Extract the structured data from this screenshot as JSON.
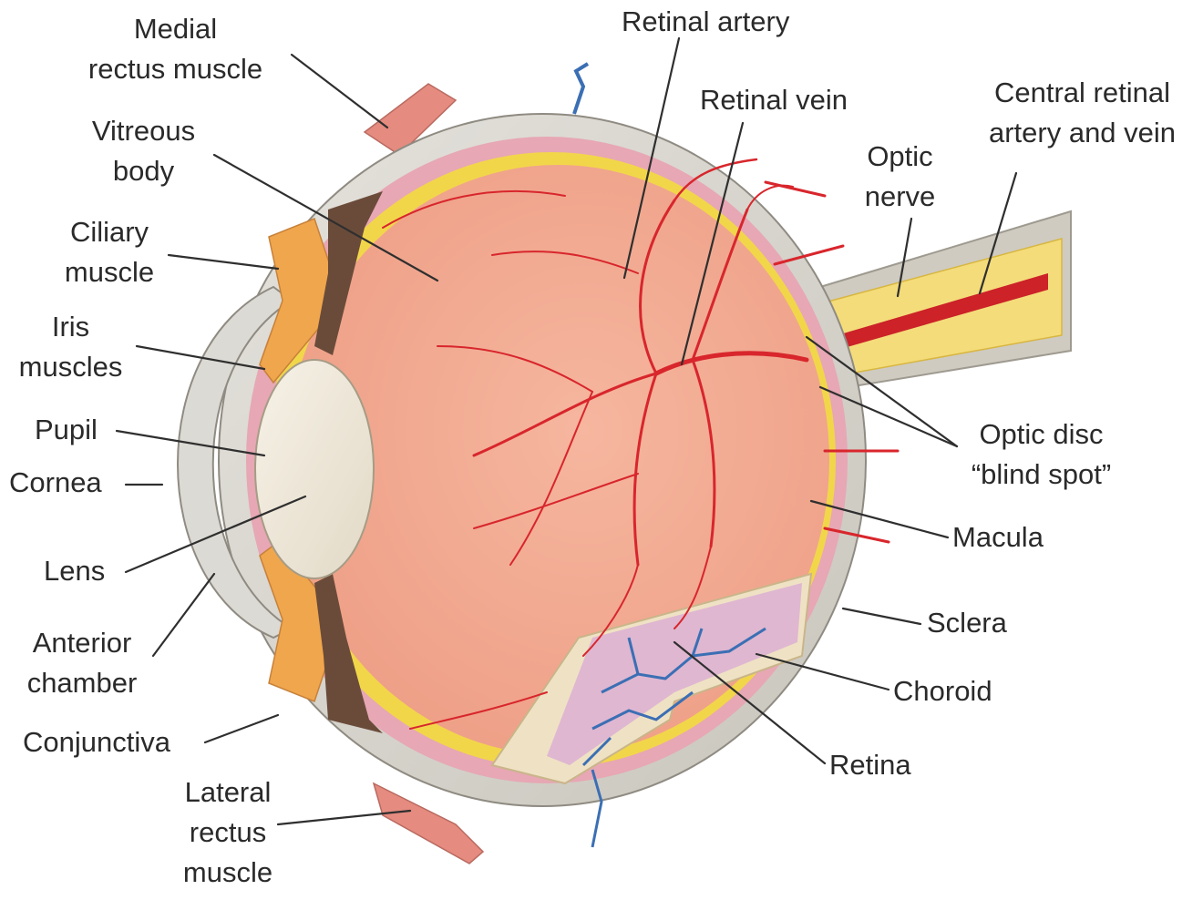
{
  "labels": {
    "medial_rectus": [
      "Medial",
      "rectus muscle"
    ],
    "vitreous_body": [
      "Vitreous",
      "body"
    ],
    "ciliary_muscle": [
      "Ciliary",
      "muscle"
    ],
    "iris_muscles": [
      "Iris",
      "muscles"
    ],
    "pupil": "Pupil",
    "cornea": "Cornea",
    "lens": "Lens",
    "anterior_chamber": [
      "Anterior",
      "chamber"
    ],
    "conjunctiva": "Conjunctiva",
    "lateral_rectus": [
      "Lateral",
      "rectus",
      "muscle"
    ],
    "retinal_artery": "Retinal artery",
    "retinal_vein": "Retinal vein",
    "central_retinal": [
      "Central retinal",
      "artery and vein"
    ],
    "optic_nerve": [
      "Optic",
      "nerve"
    ],
    "optic_disc": [
      "Optic disc",
      "“blind spot”"
    ],
    "macula": "Macula",
    "sclera": "Sclera",
    "choroid": "Choroid",
    "retina": "Retina"
  },
  "colors": {
    "sclera": "#d9d6cf",
    "choroid": "#e7a7b4",
    "retina_yellow": "#f2d64a",
    "vitreous": "#f2a98f",
    "vessel": "#d8262c",
    "vein_blue": "#3b6fb4",
    "lens": "#efe8d8",
    "muscle": "#e58b80",
    "optic_nerve": "#f4dc7a"
  }
}
